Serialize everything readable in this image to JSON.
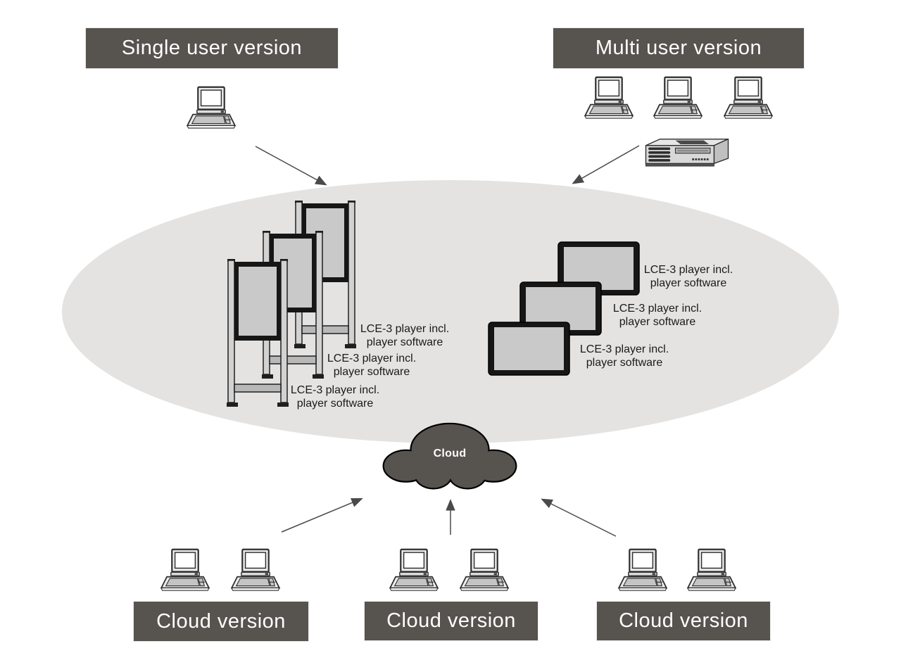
{
  "banners": {
    "single_user": "Single user version",
    "multi_user": "Multi user version",
    "cloud_left": "Cloud version",
    "cloud_middle": "Cloud version",
    "cloud_right": "Cloud version"
  },
  "cloud": {
    "label": "Cloud"
  },
  "players": {
    "kiosk_labels": [
      "LCE-3 player incl.\nplayer software",
      "LCE-3 player incl.\nplayer software",
      "LCE-3 player incl.\nplayer software"
    ],
    "monitor_labels": [
      "LCE-3 player incl.\nplayer software",
      "LCE-3 player incl.\nplayer software",
      "LCE-3 player incl.\nplayer software"
    ]
  },
  "icons": {
    "laptop": "laptop-icon",
    "server": "server-icon",
    "kiosk_display": "kiosk-display-icon",
    "monitor": "monitor-icon",
    "cloud": "cloud-icon",
    "arrow": "arrow-connector"
  },
  "colors": {
    "banner_bg": "#57534f",
    "banner_text": "#ffffff",
    "ellipse_bg": "#e4e3e2",
    "cloud_bg": "#57534f",
    "screen_gray": "#c9c9c9",
    "frame_black": "#161616",
    "arrow": "#4a4a4a",
    "label_text": "#1a1a1a"
  }
}
